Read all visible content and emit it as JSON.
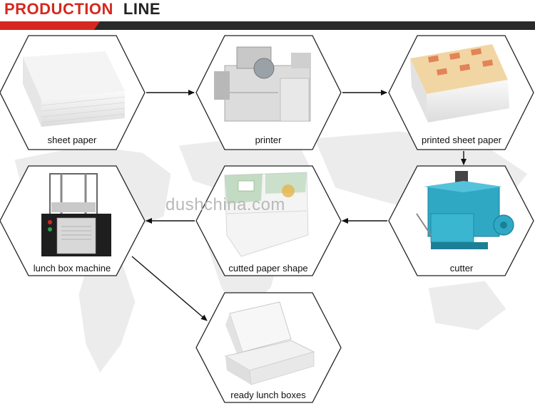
{
  "header": {
    "word1": "PRODUCTION",
    "word2": "LINE"
  },
  "watermark": "dushchina.com",
  "steps": [
    {
      "label": "sheet paper"
    },
    {
      "label": "printer"
    },
    {
      "label": "printed sheet paper"
    },
    {
      "label": "lunch box machine"
    },
    {
      "label": "cutted paper shape"
    },
    {
      "label": "cutter"
    },
    {
      "label": "ready lunch boxes"
    }
  ],
  "colors": {
    "accent": "#d6281e",
    "bar": "#2a2a2a",
    "machine_teal": "#2fa8c4"
  }
}
